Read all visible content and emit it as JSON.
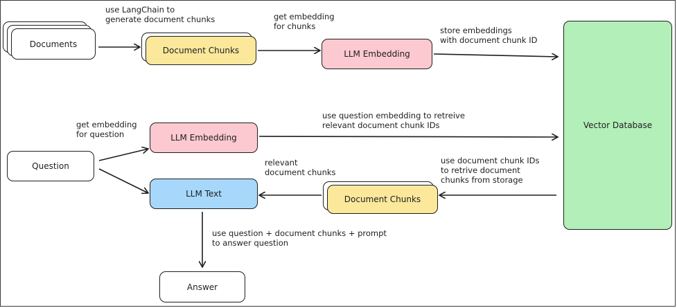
{
  "nodes": {
    "documents": "Documents",
    "chunks_top": "Document Chunks",
    "embed_top": "LLM Embedding",
    "vector_db": "Vector Database",
    "embed_q": "LLM Embedding",
    "question": "Question",
    "llm_text": "LLM Text",
    "chunks_bottom": "Document Chunks",
    "answer": "Answer"
  },
  "edge_labels": {
    "docs_to_chunks": "use LangChain to\ngenerate document chunks",
    "chunks_to_embed": "get embedding\nfor chunks",
    "embed_to_db": "store embeddings\nwith document chunk ID",
    "question_to_embed": "get embedding\nfor question",
    "embed_q_to_db": "use question embedding to retreive\nrelevant document chunk IDs",
    "db_to_chunks": "use document chunk IDs\nto retrive document\nchunks from storage",
    "chunks_to_llm": "relevant\ndocument chunks",
    "llm_to_answer": "use question + document chunks + prompt\nto answer question"
  },
  "colors": {
    "chunks": "#fbe89b",
    "embedding": "#fbc9cf",
    "llm_text": "#a7d8fb",
    "vector_db": "#b3efb8"
  }
}
